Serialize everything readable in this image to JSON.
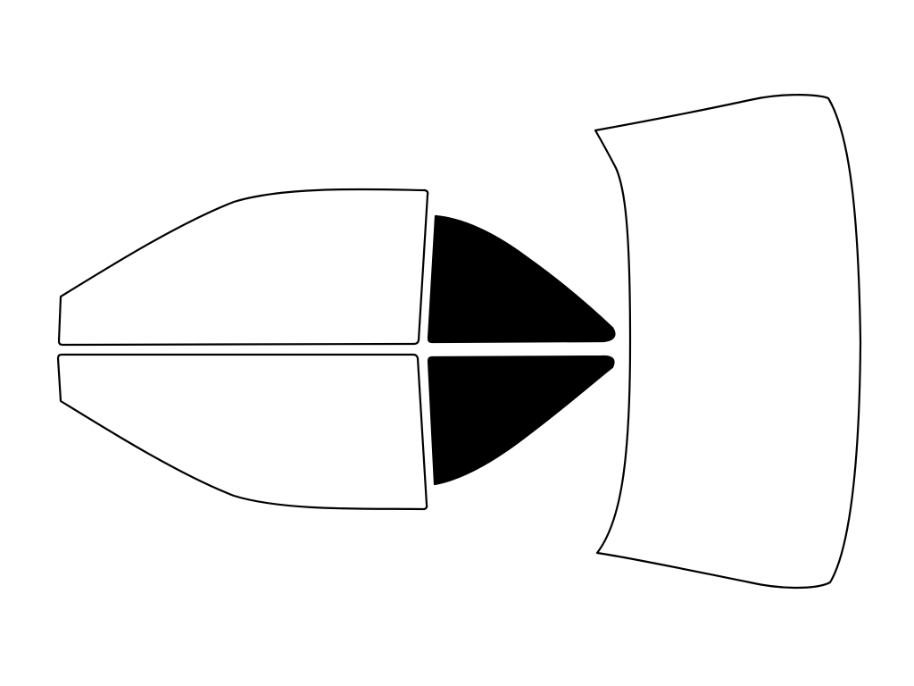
{
  "diagram": {
    "colors": {
      "background": "#ffffff",
      "outline": "#000000",
      "untinted": "#ffffff",
      "tinted": "#000000"
    },
    "windows": [
      {
        "id": "front-door-window-upper",
        "tinted": false
      },
      {
        "id": "front-door-window-lower",
        "tinted": false
      },
      {
        "id": "rear-quarter-window-upper",
        "tinted": true
      },
      {
        "id": "rear-quarter-window-lower",
        "tinted": true
      },
      {
        "id": "rear-windshield",
        "tinted": false
      }
    ]
  }
}
